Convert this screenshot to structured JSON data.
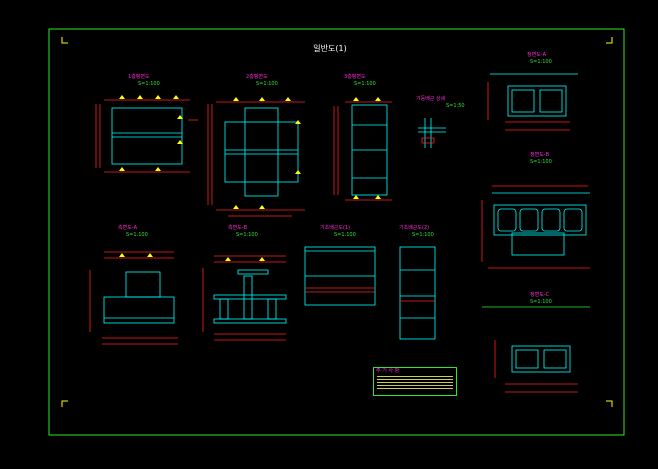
{
  "sheet": {
    "title": "일반도(1)",
    "scale_label": "S=1:100",
    "colors": {
      "frame": "#2ee62e",
      "outline": "#00ffff",
      "dimension": "#ff2020",
      "label": "#ff2ad9",
      "marker": "#ffff00",
      "text": "#ffffff"
    }
  },
  "views": [
    {
      "id": "v1",
      "label": "1층평면도",
      "scale": "S=1:100"
    },
    {
      "id": "v2",
      "label": "2층평면도",
      "scale": "S=1:100"
    },
    {
      "id": "v3",
      "label": "3층평면도",
      "scale": "S=1:100"
    },
    {
      "id": "v4",
      "label": "기둥배근 상세",
      "scale": "S=1:50"
    },
    {
      "id": "v5",
      "label": "정면도-A",
      "scale": "S=1:100"
    },
    {
      "id": "v6",
      "label": "정면도-B",
      "scale": "S=1:100"
    },
    {
      "id": "v7",
      "label": "정면도-C",
      "scale": "S=1:100"
    },
    {
      "id": "v8",
      "label": "측면도-A",
      "scale": "S=1:100"
    },
    {
      "id": "v9",
      "label": "측면도-B",
      "scale": "S=1:100"
    },
    {
      "id": "v10",
      "label": "기초배근도(1)",
      "scale": "S=1:100"
    },
    {
      "id": "v11",
      "label": "기초배근도(2)",
      "scale": "S=1:100"
    }
  ],
  "notes": {
    "heading": "주 기 사 항"
  }
}
